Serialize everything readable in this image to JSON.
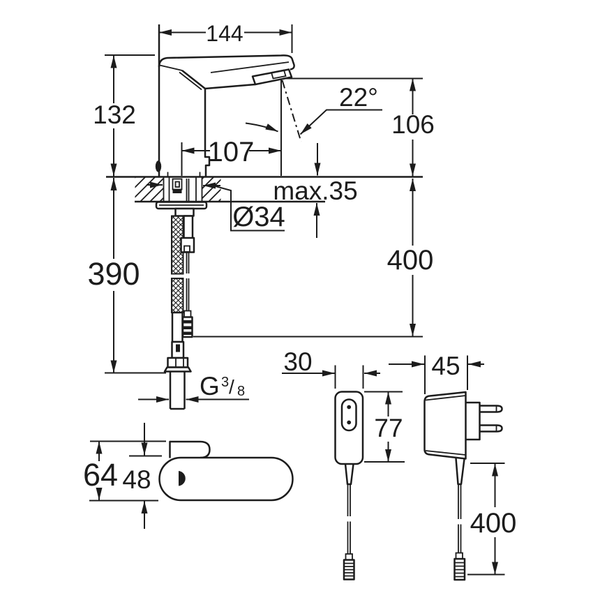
{
  "drawing_type": "technical dimensional drawing",
  "colors": {
    "line": "#1c1c1c",
    "background": "#ffffff"
  },
  "side_view": {
    "width": "144",
    "height": "132",
    "angle": "22°",
    "outlet_height": "106",
    "reach": "107",
    "deck_thickness": "max.35",
    "hole_diameter": "Ø34",
    "hose_length": "390",
    "cable_length": "400",
    "thread_prefix": "G",
    "thread_sup": "3",
    "thread_slash": "/",
    "thread_sub": "8"
  },
  "top_view": {
    "overall_depth": "64",
    "body_depth": "48"
  },
  "control_unit": {
    "width": "30",
    "height": "77"
  },
  "power_adapter": {
    "width": "45",
    "cable_length": "400"
  }
}
